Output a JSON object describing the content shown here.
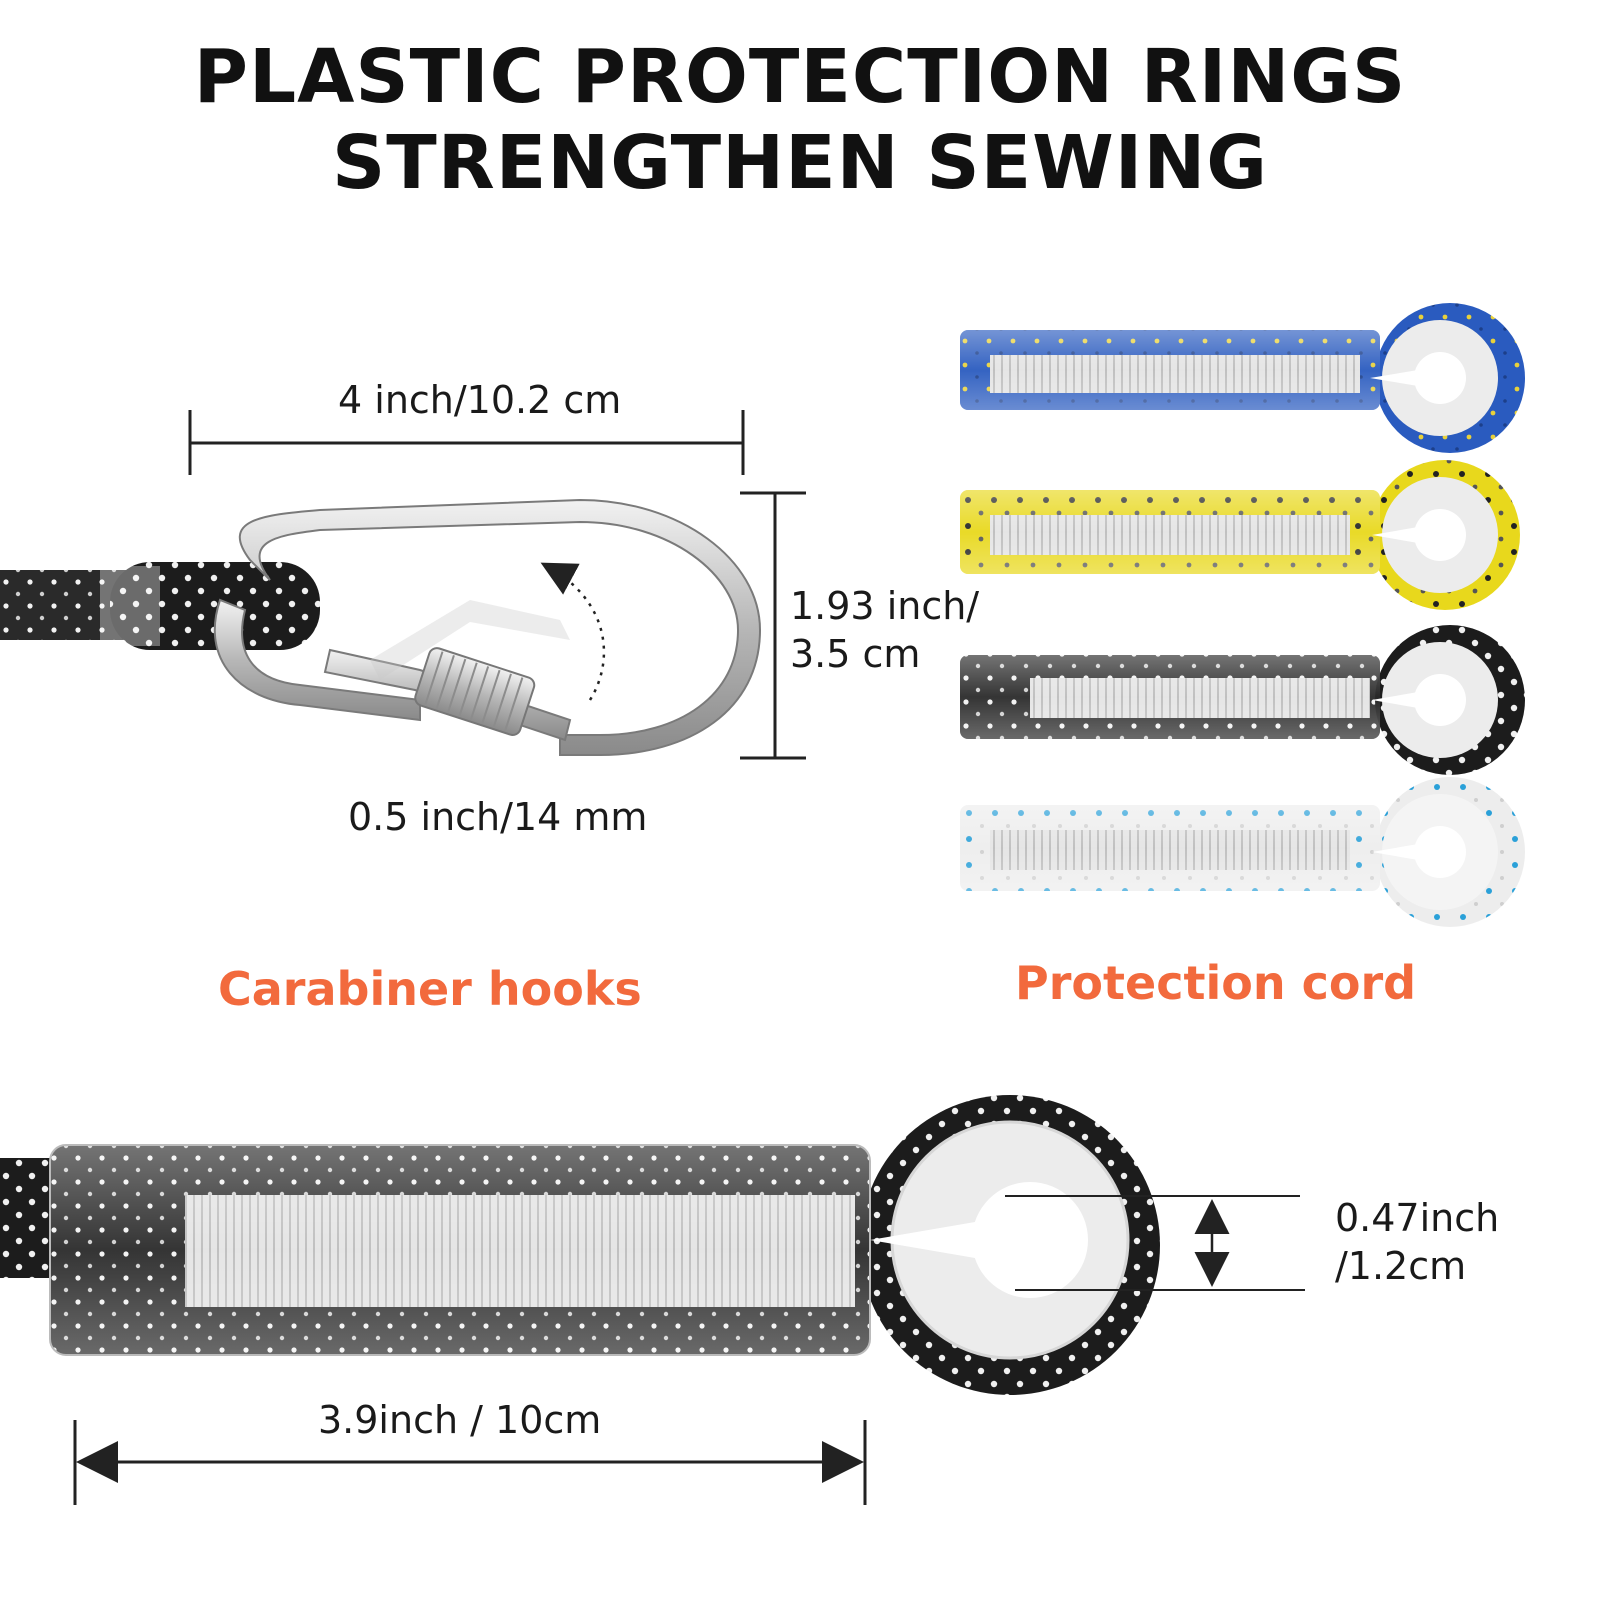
{
  "title": {
    "line1": "PLASTIC PROTECTION RINGS",
    "line2": "STRENGTHEN SEWING"
  },
  "carabiner": {
    "width_label": "4 inch/10.2 cm",
    "height_label_line1": "1.93 inch/",
    "height_label_line2": "3.5 cm",
    "gate_label": "0.5 inch/14 mm",
    "caption": "Carabiner hooks"
  },
  "cords": {
    "caption": "Protection cord",
    "variants": [
      {
        "color": "#2a5bbf",
        "fleck": "#e8d13a"
      },
      {
        "color": "#e8d81c",
        "fleck": "#222222"
      },
      {
        "color": "#2a2a2a",
        "fleck": "#f2f2f2"
      },
      {
        "color": "#ededed",
        "fleck": "#2aa0d8"
      }
    ]
  },
  "closeup": {
    "ring_label_line1": "0.47inch",
    "ring_label_line2": "/1.2cm",
    "sleeve_label": "3.9inch / 10cm"
  },
  "colors": {
    "accent": "#f26a3d",
    "text": "#1a1a1a"
  }
}
